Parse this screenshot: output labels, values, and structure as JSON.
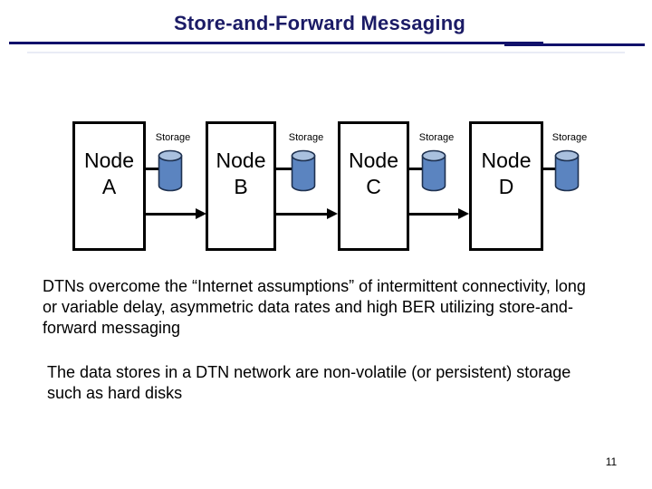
{
  "slide": {
    "title": "Store-and-Forward Messaging",
    "page_number": "11",
    "colors": {
      "title_text": "#1b1b66",
      "rule": "#11116b",
      "body_text": "#000000",
      "node_border": "#000000",
      "arrow": "#000000",
      "cylinder_body": "#5b84c0",
      "cylinder_top": "#a9c0de",
      "cylinder_stroke": "#1e3150"
    },
    "diagram": {
      "nodes": [
        {
          "label": "Node\nA",
          "storage_label": "Storage"
        },
        {
          "label": "Node\nB",
          "storage_label": "Storage"
        },
        {
          "label": "Node\nC",
          "storage_label": "Storage"
        },
        {
          "label": "Node\nD",
          "storage_label": "Storage"
        }
      ]
    },
    "paragraphs": [
      {
        "text": "DTNs overcome the “Internet assumptions” of intermittent connectivity, long\nor variable delay, asymmetric data rates and high BER utilizing store-and-\nforward messaging"
      },
      {
        "text": "The data stores in a DTN network are non-volatile (or persistent) storage\nsuch as hard disks"
      }
    ]
  }
}
